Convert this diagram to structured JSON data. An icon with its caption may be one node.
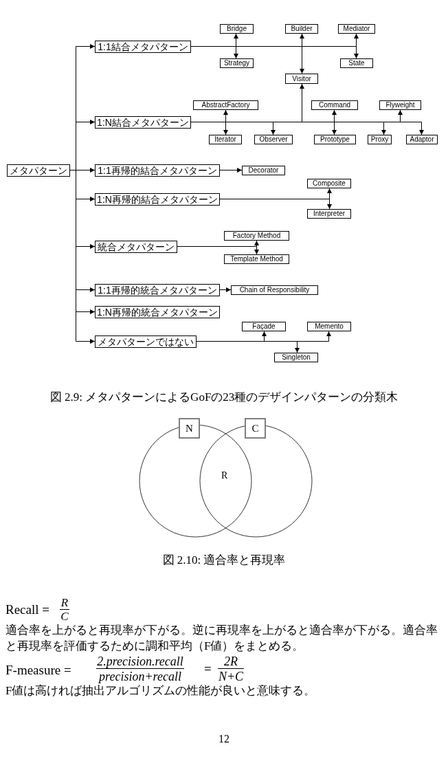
{
  "diagram": {
    "nodes": [
      {
        "text": [
          "メタパターン"
        ]
      },
      {
        "text": [
          "1:1結合メタパターン"
        ]
      },
      {
        "text": [
          "1:N結合メタパターン"
        ]
      },
      {
        "text": [
          "1:1再帰的結合メタパターン"
        ]
      },
      {
        "text": [
          "1:N再帰的結合メタパターン"
        ]
      },
      {
        "text": [
          "統合メタパターン"
        ]
      },
      {
        "text": [
          "1:1再帰的統合メタパターン"
        ]
      },
      {
        "text": [
          "1:N再帰的統合メタパターン"
        ]
      },
      {
        "text": [
          "メタパターンではない"
        ]
      },
      {
        "text": [
          "Bridge"
        ]
      },
      {
        "text": [
          "Strategy"
        ]
      },
      {
        "text": [
          "Builder"
        ]
      },
      {
        "text": [
          "Visitor"
        ]
      },
      {
        "text": [
          "Mediator"
        ]
      },
      {
        "text": [
          "State"
        ]
      },
      {
        "text": [
          "AbstractFactory"
        ]
      },
      {
        "text": [
          "Iterator"
        ]
      },
      {
        "text": [
          "Observer"
        ]
      },
      {
        "text": [
          "Command"
        ]
      },
      {
        "text": [
          "Prototype"
        ]
      },
      {
        "text": [
          "Flyweight"
        ]
      },
      {
        "text": [
          "Proxy"
        ]
      },
      {
        "text": [
          "Adaptor"
        ]
      },
      {
        "text": [
          "Decorator"
        ]
      },
      {
        "text": [
          "Composite"
        ]
      },
      {
        "text": [
          "Interpreter"
        ]
      },
      {
        "text": [
          "Factory Method"
        ]
      },
      {
        "text": [
          "Template Method"
        ]
      },
      {
        "text": [
          "Chain of Responsibility"
        ]
      },
      {
        "text": [
          "Façade"
        ]
      },
      {
        "text": [
          "Memento"
        ]
      },
      {
        "text": [
          "Singleton"
        ]
      },
      {
        "text": [
          "N"
        ]
      },
      {
        "text": [
          "C"
        ]
      }
    ],
    "edges": [
      {
        "from": 0,
        "to": 1,
        "arrow": "to"
      },
      {
        "from": 0,
        "to": 2,
        "arrow": "to"
      },
      {
        "from": 0,
        "to": 3,
        "arrow": "to"
      },
      {
        "from": 0,
        "to": 4,
        "arrow": "to"
      },
      {
        "from": 0,
        "to": 5,
        "arrow": "to"
      },
      {
        "from": 0,
        "to": 6,
        "arrow": "to"
      },
      {
        "from": 0,
        "to": 7,
        "arrow": "to"
      },
      {
        "from": 0,
        "to": 8,
        "arrow": "to"
      },
      {
        "from": 9,
        "to": 10,
        "arrow": "both"
      },
      {
        "from": 11,
        "to": 12,
        "arrow": "both"
      },
      {
        "from": 1,
        "to": 13,
        "arrow": "to"
      },
      {
        "from": 1,
        "to": 14,
        "arrow": "to"
      },
      {
        "from": 15,
        "to": 16,
        "arrow": "both"
      },
      {
        "from": 18,
        "to": 19,
        "arrow": "both"
      },
      {
        "from": 2,
        "to": 12,
        "arrow": "to"
      },
      {
        "from": 2,
        "to": 17,
        "arrow": "to"
      },
      {
        "from": 2,
        "to": 20,
        "arrow": "to"
      },
      {
        "from": 2,
        "to": 21,
        "arrow": "to"
      },
      {
        "from": 2,
        "to": 22,
        "arrow": "to"
      },
      {
        "from": 3,
        "to": 23,
        "arrow": "to"
      },
      {
        "from": 4,
        "to": 24,
        "arrow": "to"
      },
      {
        "from": 4,
        "to": 25,
        "arrow": "to"
      },
      {
        "from": 5,
        "to": 26,
        "arrow": "to"
      },
      {
        "from": 5,
        "to": 27,
        "arrow": "to"
      },
      {
        "from": 6,
        "to": 28,
        "arrow": "to"
      },
      {
        "from": 8,
        "to": 29,
        "arrow": "to"
      },
      {
        "from": 8,
        "to": 31,
        "arrow": "to"
      },
      {
        "from": 8,
        "to": 30,
        "arrow": "to"
      }
    ],
    "labels": [
      "図 2.9: メタパターンによるGoFの23種のデザインパターンの分類木",
      "R",
      "図 2.10: 適合率と再現率",
      "Recall =",
      "R",
      "C",
      "適合率を上がると再現率が下がる。逆に再現率を上がると適合率が下がる。適合率と再現率を評価するために調和平均（F値）をまとめる。",
      "F-measure =",
      "2.precision.recall",
      "precision+recall",
      "=",
      "2R",
      "N+C",
      "F値は高ければ抽出アルゴリズムの性能が良いと意味する。",
      "12"
    ]
  }
}
